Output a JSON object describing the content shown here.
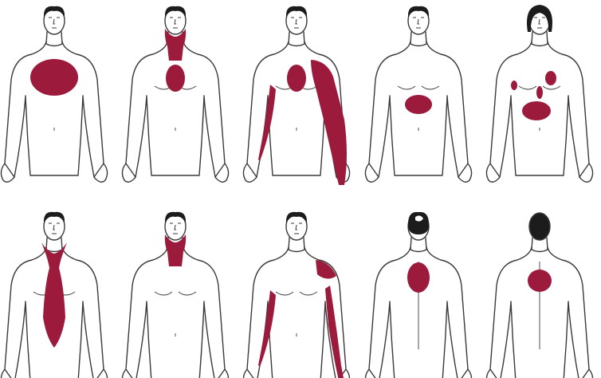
{
  "colors": {
    "pain": "#9c1a3c",
    "outline": "#3a3a3a",
    "skin": "#ffffff",
    "hair": "#1c1c1c",
    "background": "#ffffff"
  },
  "figures": [
    {
      "id": "figure-1",
      "view": "front",
      "hair": "short",
      "regions": [
        "upper-chest"
      ]
    },
    {
      "id": "figure-2",
      "view": "front",
      "hair": "short",
      "regions": [
        "jaw-neck",
        "center-chest"
      ]
    },
    {
      "id": "figure-3",
      "view": "front",
      "hair": "short",
      "regions": [
        "center-chest",
        "left-shoulder-arm",
        "right-arm"
      ]
    },
    {
      "id": "figure-4",
      "view": "front",
      "hair": "short",
      "regions": [
        "upper-abdomen"
      ]
    },
    {
      "id": "figure-5",
      "view": "front",
      "hair": "long",
      "regions": [
        "left-chest",
        "right-chest",
        "sternum",
        "lower-chest"
      ]
    },
    {
      "id": "figure-6",
      "view": "front",
      "hair": "short",
      "regions": [
        "neck-sternum"
      ]
    },
    {
      "id": "figure-7",
      "view": "front",
      "hair": "short",
      "regions": [
        "jaw-neck"
      ]
    },
    {
      "id": "figure-8",
      "view": "front",
      "hair": "short",
      "regions": [
        "left-shoulder",
        "left-arm",
        "right-arm"
      ]
    },
    {
      "id": "figure-9",
      "view": "back",
      "hair": "short",
      "regions": [
        "upper-back"
      ]
    },
    {
      "id": "figure-10",
      "view": "back",
      "hair": "dark",
      "regions": [
        "upper-back"
      ]
    }
  ]
}
